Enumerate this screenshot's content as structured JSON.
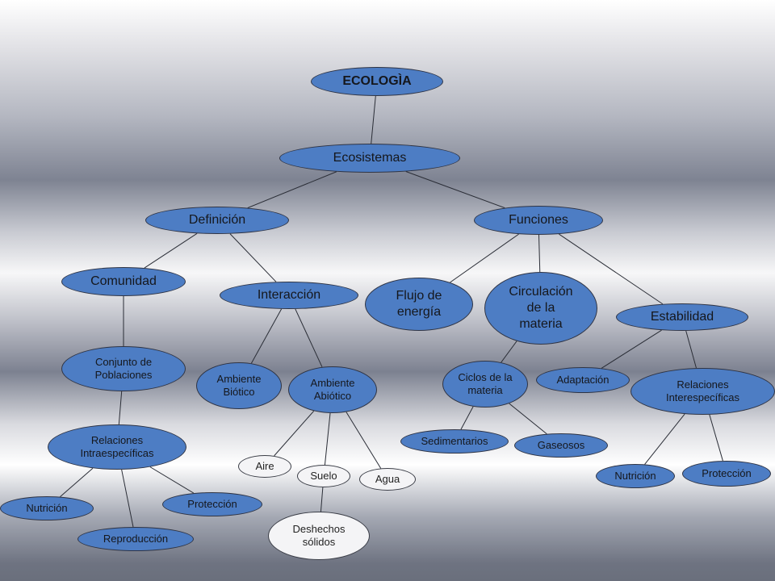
{
  "diagram": {
    "title": "ECOLOGÌA",
    "nodes": {
      "ecologia": "ECOLOGÌA",
      "ecosistemas": "Ecosistemas",
      "definicion": "Definición",
      "funciones": "Funciones",
      "comunidad": "Comunidad",
      "interaccion": "Interacción",
      "flujo": "Flujo de energía",
      "circulacion": "Circulación de la materia",
      "estabilidad": "Estabilidad",
      "conjunto": "Conjunto de Poblaciones",
      "rel_intra": "Relaciones Intraespecíficas",
      "ambiente_biotico": "Ambiente Biótico",
      "ambiente_abiotico": "Ambiente Abiótico",
      "aire": "Aire",
      "suelo": "Suelo",
      "agua": "Agua",
      "deshechos": "Deshechos sólidos",
      "ciclos": "Ciclos de la materia",
      "sedimentarios": "Sedimentarios",
      "gaseosos": "Gaseosos",
      "adaptacion": "Adaptación",
      "rel_inter": "Relaciones Interespecíficas",
      "nutricion_intra": "Nutrición",
      "reproduccion": "Reproducción",
      "proteccion_intra": "Protección",
      "nutricion_inter": "Nutrición",
      "proteccion_inter": "Protección"
    },
    "edges": [
      [
        "ecologia",
        "ecosistemas"
      ],
      [
        "ecosistemas",
        "definicion"
      ],
      [
        "ecosistemas",
        "funciones"
      ],
      [
        "definicion",
        "comunidad"
      ],
      [
        "definicion",
        "interaccion"
      ],
      [
        "funciones",
        "flujo"
      ],
      [
        "funciones",
        "circulacion"
      ],
      [
        "funciones",
        "estabilidad"
      ],
      [
        "comunidad",
        "conjunto"
      ],
      [
        "conjunto",
        "rel_intra"
      ],
      [
        "rel_intra",
        "nutricion_intra"
      ],
      [
        "rel_intra",
        "reproduccion"
      ],
      [
        "rel_intra",
        "proteccion_intra"
      ],
      [
        "interaccion",
        "ambiente_biotico"
      ],
      [
        "interaccion",
        "ambiente_abiotico"
      ],
      [
        "ambiente_abiotico",
        "aire"
      ],
      [
        "ambiente_abiotico",
        "suelo"
      ],
      [
        "ambiente_abiotico",
        "agua"
      ],
      [
        "suelo",
        "deshechos"
      ],
      [
        "circulacion",
        "ciclos"
      ],
      [
        "ciclos",
        "sedimentarios"
      ],
      [
        "ciclos",
        "gaseosos"
      ],
      [
        "estabilidad",
        "adaptacion"
      ],
      [
        "estabilidad",
        "rel_inter"
      ],
      [
        "rel_inter",
        "nutricion_inter"
      ],
      [
        "rel_inter",
        "proteccion_inter"
      ]
    ],
    "colors": {
      "node_fill": "#4d7dc4",
      "leaf_fill": "#f4f4f6",
      "outline": "#2f3444",
      "edge": "#2a2d36"
    }
  }
}
